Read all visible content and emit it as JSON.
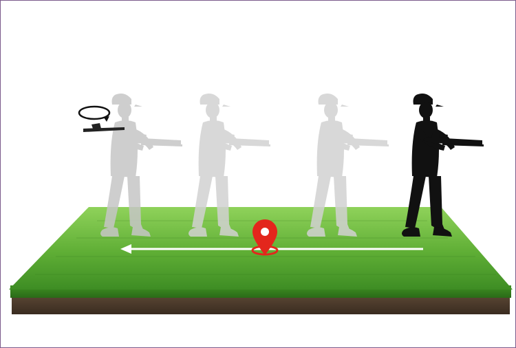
{
  "scene": {
    "title": "",
    "colors": {
      "frame": "#7a5a8a",
      "grass_light": "#79c14a",
      "grass_dark": "#2f7a1e",
      "soil": "#4a3a2c",
      "hunter_active": "#111111",
      "hunter_ghost": "#c4c4c4",
      "path_arrow": "#ffffff",
      "marker": "#e3261c"
    },
    "icons": {
      "rotate": "rotate-arrow-icon",
      "marker": "location-pin-icon"
    },
    "hunters": [
      "ghost",
      "ghost",
      "ghost",
      "active"
    ]
  }
}
